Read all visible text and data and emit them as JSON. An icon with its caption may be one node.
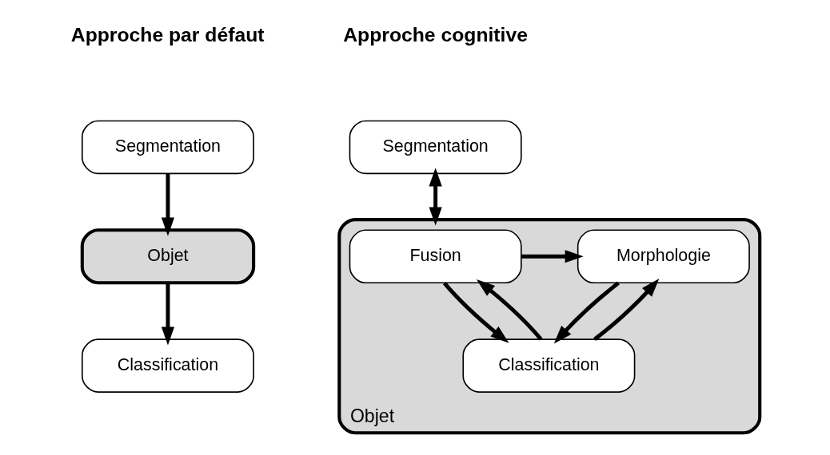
{
  "diagram": {
    "nodes": [
      {
        "text": [
          "Segmentation"
        ]
      },
      {
        "text": [
          "Objet"
        ]
      },
      {
        "text": [
          "Classification"
        ]
      },
      {
        "text": [
          "Segmentation"
        ]
      },
      {
        "text": [
          "Objet"
        ]
      },
      {
        "text": [
          "Fusion"
        ],
        "in": 4
      },
      {
        "text": [
          "Morphologie"
        ],
        "in": 4
      },
      {
        "text": [
          "Classification"
        ],
        "in": 4
      }
    ],
    "edges": [
      {
        "from": 0,
        "to": 1,
        "arrow": "to"
      },
      {
        "from": 1,
        "to": 2,
        "arrow": "to"
      },
      {
        "from": 3,
        "to": 4,
        "arrow": "both"
      },
      {
        "from": 5,
        "to": 6,
        "arrow": "to"
      },
      {
        "from": 6,
        "to": 7,
        "arrow": "to"
      },
      {
        "from": 7,
        "to": 5,
        "arrow": "to"
      },
      {
        "from": 5,
        "to": 7,
        "arrow": "to"
      },
      {
        "from": 7,
        "to": 6,
        "arrow": "to"
      }
    ],
    "labels": [
      "Approche par défaut",
      "Approche cognitive"
    ]
  }
}
